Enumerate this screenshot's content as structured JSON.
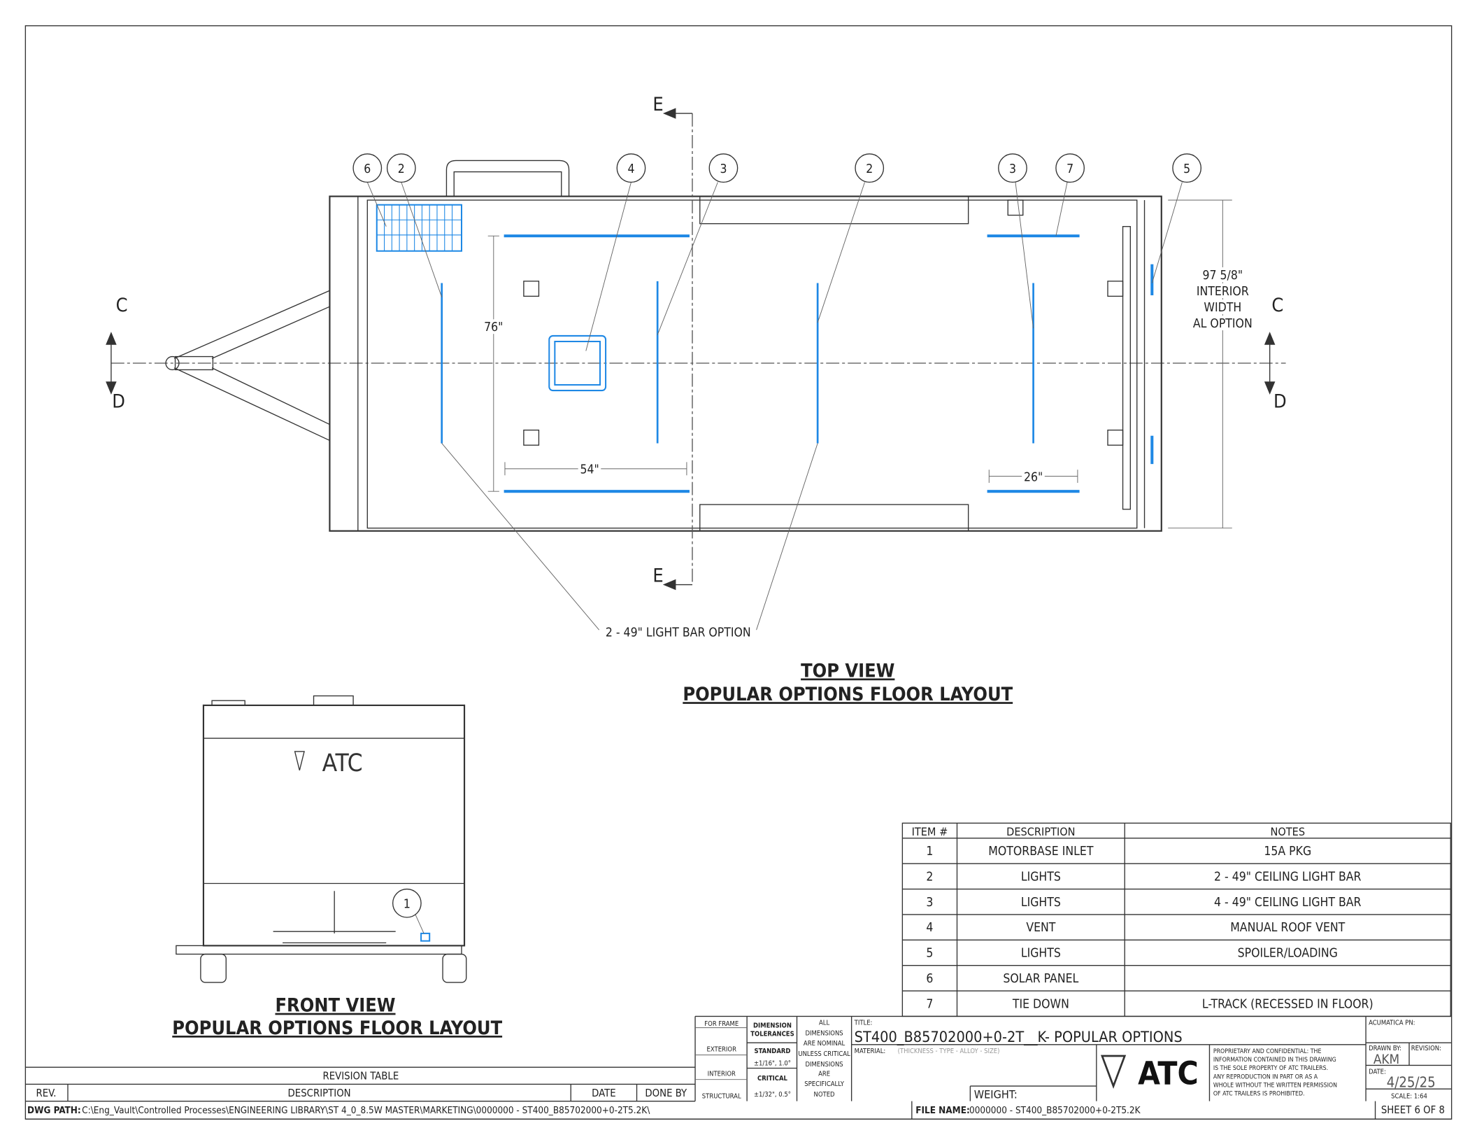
{
  "top_view": {
    "title_line1": "TOP VIEW",
    "title_line2": "POPULAR OPTIONS FLOOR LAYOUT",
    "balloons": [
      "6",
      "2",
      "4",
      "3",
      "2",
      "3",
      "7",
      "5"
    ],
    "section_labels": {
      "e": "E",
      "c": "C",
      "d": "D"
    },
    "dims": {
      "height_76": "76\"",
      "width_54": "54\"",
      "width_26": "26\"",
      "interior_line1": "97 5/8\"",
      "interior_line2": "INTERIOR",
      "interior_line3": "WIDTH",
      "interior_line4": "AL OPTION"
    },
    "callout": "2 - 49\" LIGHT BAR OPTION"
  },
  "front_view": {
    "title_line1": "FRONT VIEW",
    "title_line2": "POPULAR OPTIONS FLOOR LAYOUT",
    "logo_text": "ATC",
    "balloon": "1"
  },
  "items_table": {
    "headers": [
      "ITEM #",
      "DESCRIPTION",
      "NOTES"
    ],
    "rows": [
      [
        "1",
        "MOTORBASE INLET",
        "15A PKG"
      ],
      [
        "2",
        "LIGHTS",
        "2 - 49\" CEILING LIGHT BAR"
      ],
      [
        "3",
        "LIGHTS",
        "4 - 49\" CEILING LIGHT BAR"
      ],
      [
        "4",
        "VENT",
        "MANUAL ROOF VENT"
      ],
      [
        "5",
        "LIGHTS",
        "SPOILER/LOADING"
      ],
      [
        "6",
        "SOLAR PANEL",
        ""
      ],
      [
        "7",
        "TIE DOWN",
        "L-TRACK (RECESSED IN FLOOR)"
      ]
    ]
  },
  "revision_table": {
    "title": "REVISION TABLE",
    "headers": [
      "REV.",
      "DESCRIPTION",
      "DATE",
      "DONE BY"
    ]
  },
  "title_block": {
    "for_frame": "FOR FRAME",
    "exterior": "EXTERIOR",
    "interior": "INTERIOR",
    "structural": "STRUCTURAL",
    "dim_tol_1": "DIMENSION",
    "dim_tol_2": "TOLERANCES",
    "standard": "STANDARD",
    "standard_val": "±1/16\", 1.0°",
    "critical": "CRITICAL",
    "critical_val": "±1/32\", 0.5°",
    "nominal": [
      "ALL",
      "DIMENSIONS",
      "ARE NOMINAL",
      "UNLESS CRITICAL",
      "DIMENSIONS",
      "ARE",
      "SPECIFICALLY",
      "NOTED"
    ],
    "title_label": "TITLE:",
    "title": "ST400_B85702000+0-2T__K- POPULAR OPTIONS",
    "material_label": "MATERIAL:",
    "material": "(THICKNESS - TYPE - ALLOY - SIZE)",
    "weight_label": "WEIGHT:",
    "logo_text": "ATC",
    "proprietary": [
      "PROPRIETARY AND CONFIDENTIAL: THE",
      "INFORMATION CONTAINED IN THIS DRAWING",
      "IS THE SOLE PROPERTY OF ATC TRAILERS.",
      "ANY REPRODUCTION IN PART OR AS A",
      "WHOLE WITHOUT THE WRITTEN PERMISSION",
      "OF ATC TRAILERS IS PROHIBITED."
    ],
    "acumatica_label": "ACUMATICA PN:",
    "drawn_by_label": "DRAWN BY:",
    "drawn_by": "AKM",
    "revision_label": "REVISION:",
    "date_label": "DATE:",
    "date": "4/25/25",
    "scale": "SCALE: 1:64"
  },
  "footer": {
    "dwg_path_label": "DWG PATH:",
    "dwg_path": "C:\\Eng_Vault\\Controlled Processes\\ENGINEERING LIBRARY\\ST 4_0_8.5W MASTER\\MARKETING\\0000000 - ST400_B85702000+0-2T5.2K\\",
    "file_name_label": "FILE NAME:",
    "file_name": "0000000 - ST400_B85702000+0-2T5.2K",
    "sheet": "SHEET 6 OF 8"
  }
}
